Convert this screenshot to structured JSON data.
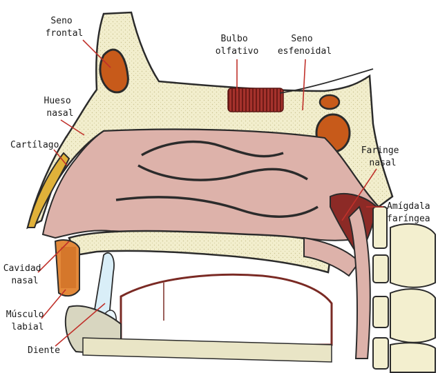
{
  "labels": {
    "seno_frontal": [
      "Seno",
      "frontal"
    ],
    "bulbo_olfativo": [
      "Bulbo",
      "olfativo"
    ],
    "seno_esfenoidal": [
      "Seno",
      "esfenoidal"
    ],
    "hueso_nasal": [
      "Hueso",
      "nasal"
    ],
    "cartilago": "Cartílago",
    "faringe_nasal": [
      "Faringe",
      "nasal"
    ],
    "amigdala_faringea": [
      "Amígdala",
      "faríngea"
    ],
    "cavidad_nasal": [
      "Cavidad",
      "nasal"
    ],
    "musculo_labial": [
      "Músculo",
      "labial"
    ],
    "diente": "Diente"
  },
  "colors": {
    "bone": "#f2eecd",
    "outline": "#2b2b2b",
    "tissue": "#ddb2aa",
    "tissue_dark": "#b77a73",
    "sinus": "#c75a1a",
    "leader": "#c0302a",
    "bulb": "#9e2b2b",
    "vertebra": "#f3efcf"
  }
}
